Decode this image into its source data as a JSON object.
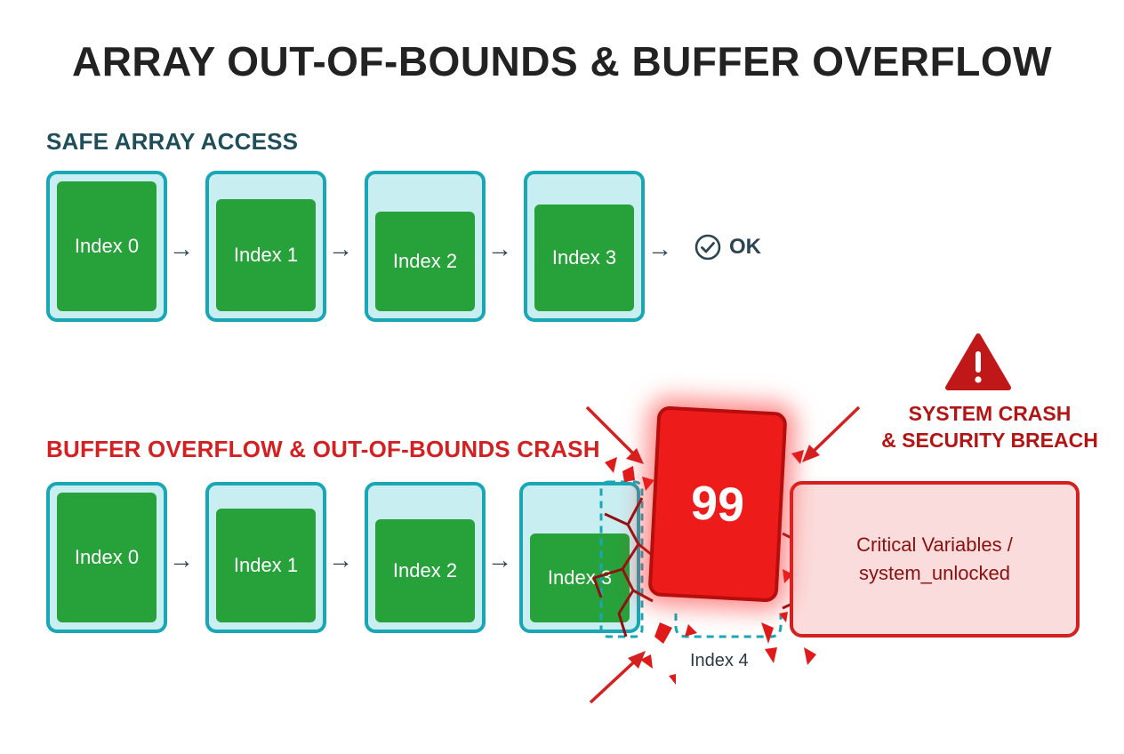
{
  "title": "ARRAY OUT-OF-BOUNDS & BUFFER OVERFLOW",
  "safe": {
    "label": "SAFE ARRAY ACCESS",
    "cells": [
      "Index 0",
      "Index 1",
      "Index 2",
      "Index 3"
    ],
    "result": "OK"
  },
  "crash": {
    "label": "BUFFER OVERFLOW & OUT-OF-BOUNDS CRASH",
    "cells": [
      "Index 0",
      "Index 1",
      "Index 2",
      "Index 3"
    ],
    "overflow_value": "99",
    "overflow_index_label": "Index 4",
    "alert_line1": "SYSTEM CRASH",
    "alert_line2": "& SECURITY BREACH",
    "critical_line1": "Critical Variables /",
    "critical_line2": "system_unlocked"
  },
  "colors": {
    "title": "#222222",
    "safe_label": "#1f4e5a",
    "crash_label": "#d42020",
    "cell_border": "#19a7b6",
    "cell_bg": "#c9eef2",
    "cell_fill": "#27a23a",
    "arrow": "#2b4652",
    "danger": "#d32020",
    "danger_dark": "#b60d0d",
    "critical_text": "#8a1010",
    "index4_text": "#2b3a44"
  },
  "icons": {
    "ok": "check-circle-icon",
    "alert": "warning-triangle-icon"
  }
}
